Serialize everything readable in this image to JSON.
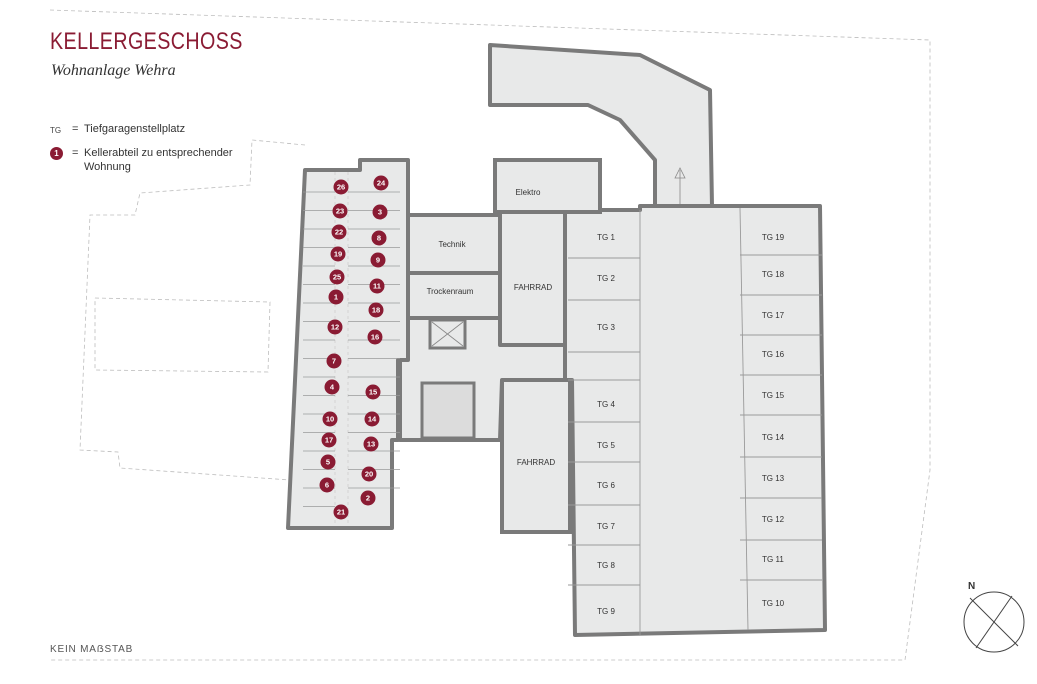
{
  "header": {
    "title": "KELLERGESCHOSS",
    "subtitle": "Wohnanlage Wehra"
  },
  "legend": {
    "tg_key": "TG",
    "tg_eq": "=",
    "tg_text": "Tiefgaragenstellplatz",
    "cellar_key": "1",
    "cellar_eq": "=",
    "cellar_text": "Kellerabteil zu entsprechender Wohnung"
  },
  "footer": {
    "scale_note": "KEIN MAẞSTAB"
  },
  "compass": {
    "label": "N"
  },
  "rooms": {
    "elektro": "Elektro",
    "technik": "Technik",
    "trockenraum": "Trockenraum",
    "fahrrad_top": "FAHRRAD",
    "fahrrad_bottom": "FAHRRAD"
  },
  "parking": {
    "left": [
      "TG 1",
      "TG 2",
      "TG 3",
      "TG 4",
      "TG 5",
      "TG 6",
      "TG 7",
      "TG 8",
      "TG 9"
    ],
    "right": [
      "TG 19",
      "TG 18",
      "TG 17",
      "TG 16",
      "TG 15",
      "TG 14",
      "TG 13",
      "TG 12",
      "TG 11",
      "TG 10"
    ]
  },
  "cellars": {
    "left": [
      "26",
      "23",
      "22",
      "19",
      "25",
      "1",
      "12",
      "7",
      "4",
      "10",
      "17",
      "5",
      "6",
      "21"
    ],
    "right": [
      "24",
      "3",
      "8",
      "9",
      "11",
      "18",
      "16",
      "15",
      "14",
      "13",
      "20",
      "2"
    ]
  },
  "colors": {
    "accent": "#8a1b33",
    "wall": "#7a7a7a",
    "floor": "#e8e9e9",
    "outline": "#b8b8b8"
  }
}
